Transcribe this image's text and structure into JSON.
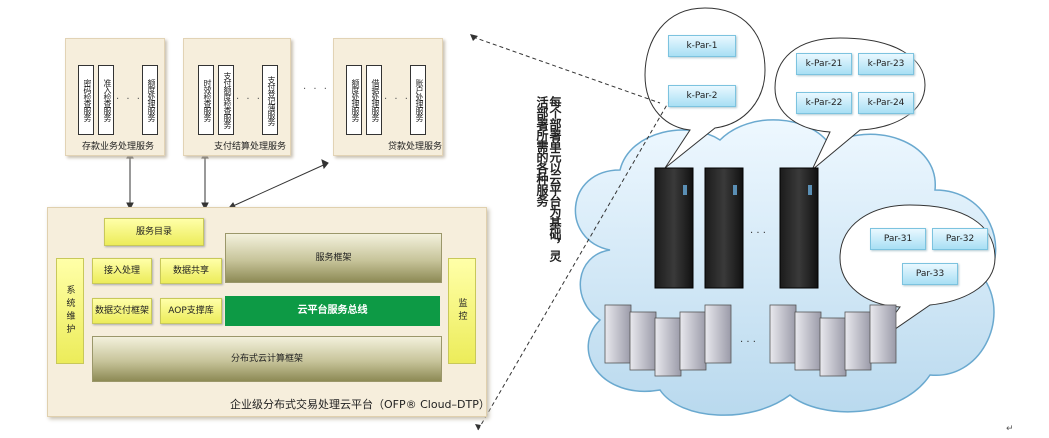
{
  "groups": [
    {
      "label": "存款业务处理服务",
      "boxes": [
        "密码检查服务",
        "准入检查服务",
        "额度处理服务"
      ]
    },
    {
      "label": "支付结算处理服务",
      "boxes": [
        "时效检查服务",
        "支付额度检查服务",
        "支付登记薄服务"
      ]
    },
    {
      "label": "贷款处理服务",
      "boxes": [
        "额度处理服务",
        "借据处理服务",
        "账户处理服务"
      ]
    }
  ],
  "ellipsis": "· · ·",
  "platform": {
    "title": "企业级分布式交易处理云平台（OFP® Cloud–DTP）",
    "service_catalog": "服务目录",
    "left_bar": "系统维护",
    "right_bar": "监控",
    "access": "接入处理",
    "data_share": "数据共享",
    "data_delivery": "数据交付框架",
    "aop": "AOP支撑库",
    "service_framework": "服务框架",
    "bus": "云平台服务总线",
    "distributed": "分布式云计算框架"
  },
  "annotation": "每个部署单元以云平台为基础，灵活部署所需的各种服务",
  "kpar": {
    "a": [
      "k-Par-1",
      "k-Par-2"
    ],
    "b": [
      "k-Par-21",
      "k-Par-23",
      "k-Par-22",
      "k-Par-24"
    ],
    "c": [
      "Par-31",
      "Par-32",
      "Par-33"
    ]
  },
  "corner_mark": "↵"
}
